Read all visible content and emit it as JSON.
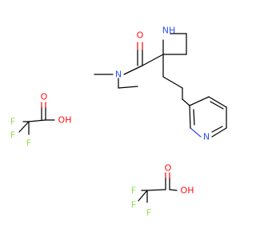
{
  "structure": {
    "atom_labels": {
      "azetidine_nh": "NH",
      "amide_n": "N",
      "amide_o": "O",
      "pyridine_n": "N",
      "tfa1_o_carbonyl": "O",
      "tfa1_oh": "OH",
      "tfa1_f1": "F",
      "tfa1_f2": "F",
      "tfa1_f3": "F",
      "tfa2_o_carbonyl": "O",
      "tfa2_oh": "OH",
      "tfa2_f1": "F",
      "tfa2_f2": "F",
      "tfa2_f3": "F"
    }
  },
  "colors": {
    "carbon_bond": "#000000",
    "nitrogen": "#3050f8",
    "oxygen": "#ff0d0d",
    "fluorine": "#90e050",
    "background": "#ffffff"
  }
}
